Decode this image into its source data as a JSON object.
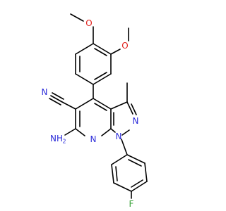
{
  "colors": {
    "bond": "#000000",
    "nitrogen": "#2b2bd9",
    "fluorine": "#3aa33a",
    "oxygen": "#e0201b",
    "background": "#ffffff"
  },
  "atoms": {
    "methoxy_top_o": "O",
    "methoxy_right_o": "O",
    "nitrile_n": "N",
    "amino": "NH",
    "amino_h2": "2",
    "pyridine_n": "N",
    "pyrazole_n1": "N",
    "pyrazole_n2": "N",
    "fluorine": "F"
  }
}
